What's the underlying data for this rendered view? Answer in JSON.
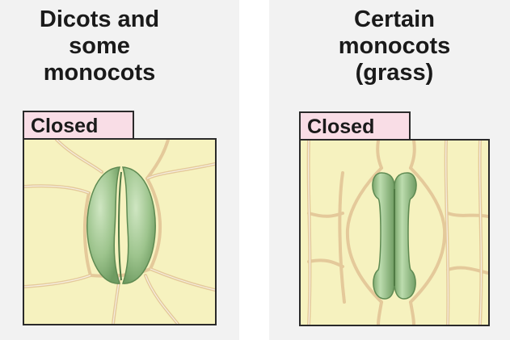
{
  "panels": [
    {
      "title": "Dicots and\nsome\nmonocots",
      "state_label": "Closed"
    },
    {
      "title": "Certain\nmonocots\n(grass)",
      "state_label": "Closed"
    }
  ],
  "colors": {
    "panel_background": "#f2f2f2",
    "label_fill": "#f9dde6",
    "cell_fill": "#f6f2bf",
    "cell_wall": "#e7cf9e",
    "guard_cell": "#9dc48d",
    "guard_cell_dark": "#6f9c62"
  }
}
